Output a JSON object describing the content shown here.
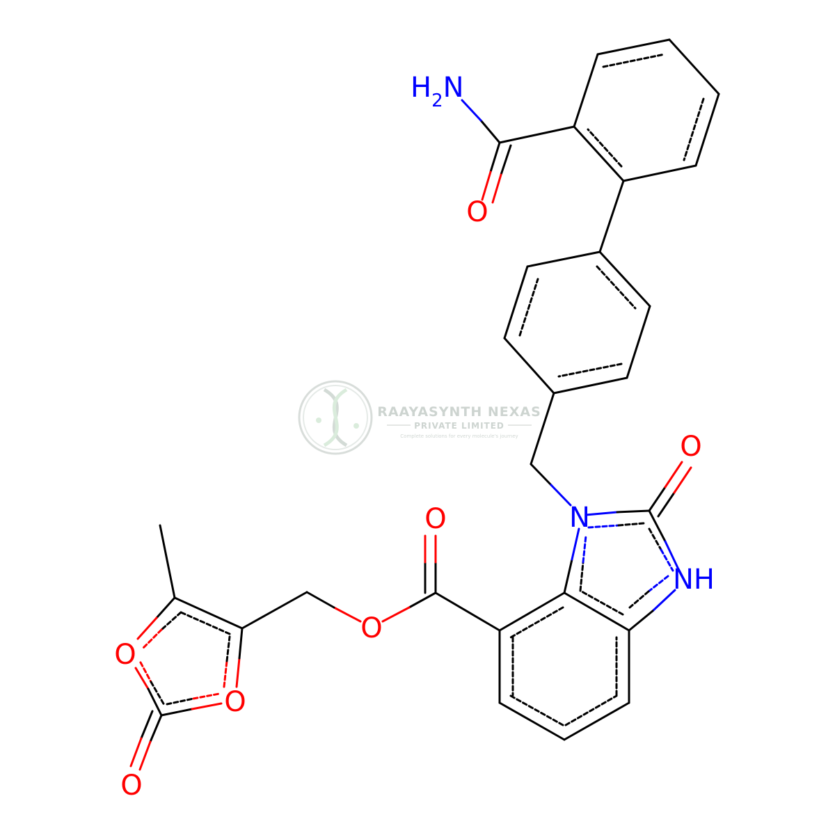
{
  "colors": {
    "bond": "#000000",
    "oxygen": "#ff0000",
    "nitrogen": "#0000ff",
    "watermark": "#c8d0cc",
    "watermark_accent": "#d7ead9"
  },
  "atoms": {
    "amide_nh2": {
      "main": "H",
      "sub": "2",
      "tail": "N"
    },
    "amide_o": "O",
    "urea_o": "O",
    "ester_carbonyl_o": "O",
    "ester_o": "O",
    "ring_n": "N",
    "ring_nh": "NH",
    "dioxolone_o1": "O",
    "dioxolone_o2": "O",
    "dioxolone_carbonyl_o": "O"
  },
  "watermark": {
    "company": "RAAYASYNTH NEXAS",
    "subtitle": "PRIVATE LIMITED",
    "tagline": "Complete solutions for every molecule's journey",
    "logo_icon": "dna-helix-logo-icon"
  }
}
